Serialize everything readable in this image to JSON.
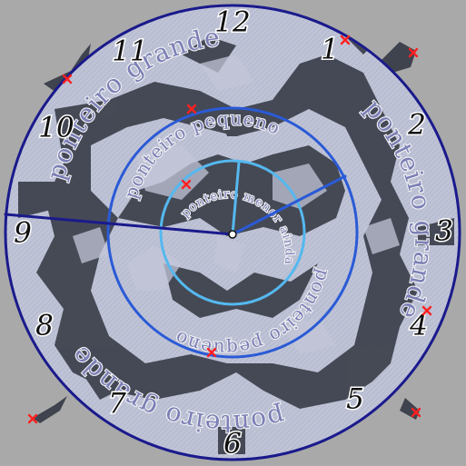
{
  "clock": {
    "numerals": [
      "12",
      "1",
      "2",
      "3",
      "4",
      "5",
      "6",
      "7",
      "8",
      "9",
      "10",
      "11"
    ],
    "rings": {
      "outer": {
        "label": "ponteiro grande",
        "color": "#1a1a8c"
      },
      "middle": {
        "label": "ponteiro pequeno",
        "color": "#2a5ad6"
      },
      "inner": {
        "label": "ponteiro menor ainda",
        "color": "#55b8ef"
      }
    },
    "hands": {
      "long": {
        "color": "#1a1a8c"
      },
      "medium": {
        "color": "#2a5ad6"
      },
      "short": {
        "color": "#55b8ef"
      }
    }
  },
  "maze": {
    "background": "#a9a9a9",
    "floor_color": "#3f434e",
    "wall_color": "#c3c6d8"
  },
  "markers": {
    "color": "#ff2020",
    "icon": "x-mark-icon"
  }
}
